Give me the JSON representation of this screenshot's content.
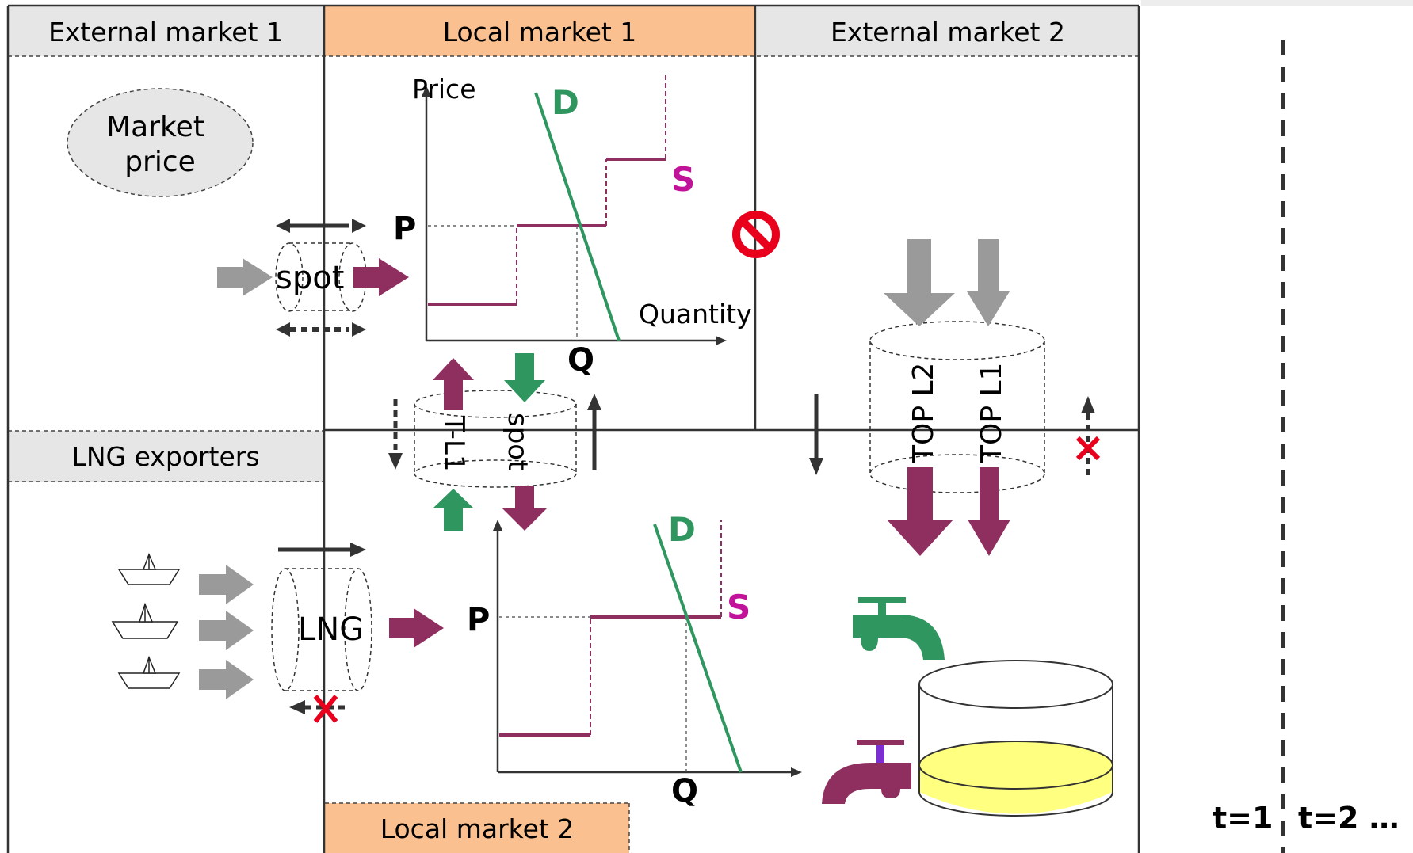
{
  "regions": {
    "external_market_1": "External market 1",
    "local_market_1": "Local market 1",
    "external_market_2": "External market 2",
    "lng_exporters": "LNG exporters",
    "local_market_2": "Local market 2"
  },
  "market_price_bubble": [
    "Market",
    "price"
  ],
  "containers": {
    "spot_ext1": "spot",
    "tl1": "T-L1",
    "spot_local": "spot",
    "lng": "LNG",
    "top_l2": "TOP L2",
    "top_l1": "TOP L1"
  },
  "chart1": {
    "y_axis_label": "Price",
    "x_axis_label": "Quantity",
    "price_label": "P",
    "quantity_label": "Q",
    "demand_label": "D",
    "supply_label": "S"
  },
  "chart2": {
    "price_label": "P",
    "quantity_label": "Q",
    "demand_label": "D",
    "supply_label": "S"
  },
  "timeline": {
    "t1": "t=1",
    "t2": "t=2 …"
  },
  "colors": {
    "demand": "#2f9660",
    "supply_line": "#8f2f5f",
    "supply_label": "#c0139a",
    "gray_arrow": "#9a9a9a",
    "header_gray": "#e6e6e6",
    "header_orange": "#fac090",
    "forbidden": "#e8001c",
    "tank_liquid": "#ffff80"
  }
}
